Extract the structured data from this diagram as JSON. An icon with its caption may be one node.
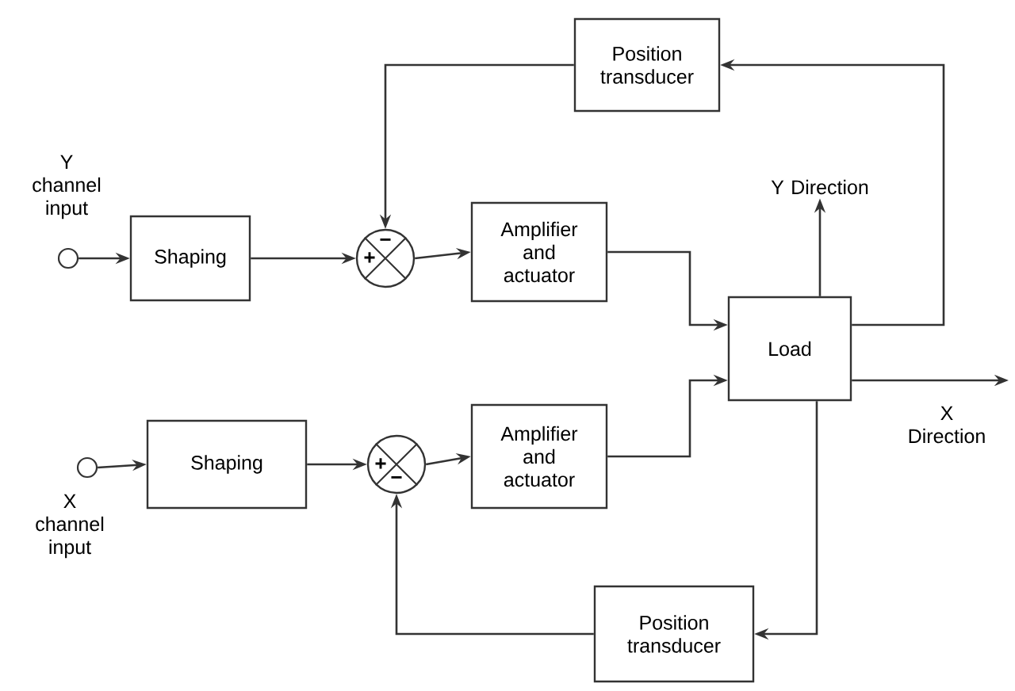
{
  "diagram": {
    "nodes": [
      {
        "text": [],
        "shape": "circle",
        "beside": [
          "Y channel input"
        ]
      },
      {
        "text": [
          "Shaping"
        ]
      },
      {
        "text": [
          "+",
          "−"
        ]
      },
      {
        "text": [
          "Amplifier and actuator"
        ]
      },
      {
        "text": [
          "Position transducer"
        ]
      },
      {
        "text": [
          "Load"
        ]
      },
      {
        "text": [],
        "shape": "circle",
        "beside": [
          "X channel input"
        ]
      },
      {
        "text": [
          "Shaping"
        ]
      },
      {
        "text": [
          "+",
          "−"
        ]
      },
      {
        "text": [
          "Amplifier and actuator"
        ]
      },
      {
        "text": [
          "Position transducer"
        ]
      },
      {
        "text": [
          "Y Direction"
        ]
      },
      {
        "text": [
          "X Direction"
        ]
      }
    ],
    "edges": [
      {
        "from": 0,
        "to": 1,
        "arrow": "to"
      },
      {
        "from": 1,
        "to": 2,
        "arrow": "to"
      },
      {
        "from": 2,
        "to": 3,
        "arrow": "to"
      },
      {
        "from": 3,
        "to": 5,
        "arrow": "to"
      },
      {
        "from": 5,
        "to": 4,
        "arrow": "to"
      },
      {
        "from": 4,
        "to": 2,
        "arrow": "to"
      },
      {
        "from": 5,
        "to": 11,
        "arrow": "to"
      },
      {
        "from": 5,
        "to": 12,
        "arrow": "to"
      },
      {
        "from": 6,
        "to": 7,
        "arrow": "to"
      },
      {
        "from": 7,
        "to": 8,
        "arrow": "to"
      },
      {
        "from": 8,
        "to": 9,
        "arrow": "to"
      },
      {
        "from": 9,
        "to": 5,
        "arrow": "to"
      },
      {
        "from": 5,
        "to": 10,
        "arrow": "to"
      },
      {
        "from": 10,
        "to": 8,
        "arrow": "to"
      }
    ]
  }
}
